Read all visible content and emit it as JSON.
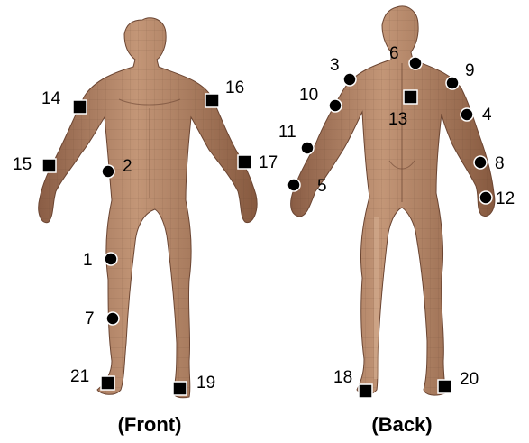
{
  "captions": {
    "front": "(Front)",
    "back": "(Back)"
  },
  "colors": {
    "skin": "#a97a5f",
    "skin_dark": "#7e553f",
    "skin_light": "#c79a7c",
    "mesh_line": "#5f3d2c",
    "marker": "#000000",
    "marker_outline": "#ffffff"
  },
  "markers": {
    "circle_ids": [
      "1",
      "2",
      "3",
      "4",
      "5",
      "6",
      "7",
      "8",
      "9",
      "10",
      "11",
      "12"
    ],
    "square_ids": [
      "13",
      "14",
      "15",
      "16",
      "17",
      "18",
      "19",
      "20",
      "21"
    ]
  },
  "labels": {
    "m1": "1",
    "m2": "2",
    "m3": "3",
    "m4": "4",
    "m5": "5",
    "m6": "6",
    "m7": "7",
    "m8": "8",
    "m9": "9",
    "m10": "10",
    "m11": "11",
    "m12": "12",
    "m13": "13",
    "m14": "14",
    "m15": "15",
    "m16": "16",
    "m17": "17",
    "m18": "18",
    "m19": "19",
    "m20": "20",
    "m21": "21"
  }
}
